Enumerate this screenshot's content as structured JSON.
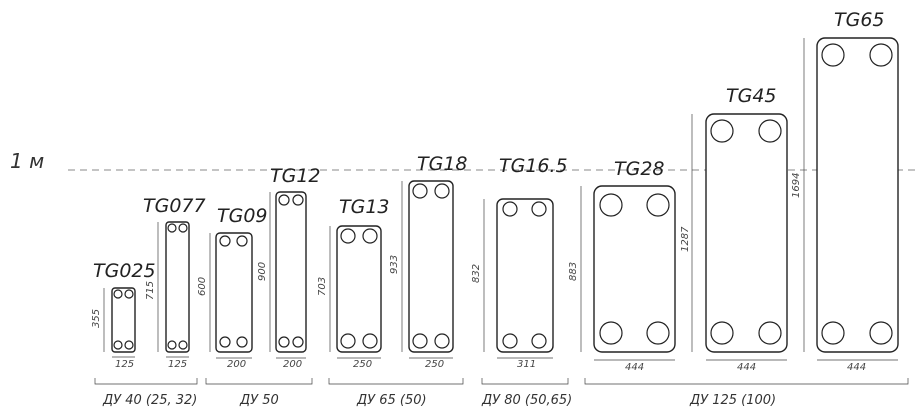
{
  "reference_line_label": "1 м",
  "plates": [
    {
      "name": "TG025",
      "height": "355",
      "width": "125"
    },
    {
      "name": "TG077",
      "height": "715",
      "width": "125"
    },
    {
      "name": "TG09",
      "height": "600",
      "width": "200"
    },
    {
      "name": "TG12",
      "height": "900",
      "width": "200"
    },
    {
      "name": "TG13",
      "height": "703",
      "width": "250"
    },
    {
      "name": "TG18",
      "height": "933",
      "width": "250"
    },
    {
      "name": "TG16.5",
      "height": "832",
      "width": "311"
    },
    {
      "name": "TG28",
      "height": "883",
      "width": "444"
    },
    {
      "name": "TG45",
      "height": "1287",
      "width": "444"
    },
    {
      "name": "TG65",
      "height": "1694",
      "width": "444"
    }
  ],
  "groups": [
    {
      "label": "ДУ 40 (25, 32)"
    },
    {
      "label": "ДУ 50"
    },
    {
      "label": "ДУ 65 (50)"
    },
    {
      "label": "ДУ 80 (50,65)"
    },
    {
      "label": "ДУ 125 (100)"
    }
  ]
}
